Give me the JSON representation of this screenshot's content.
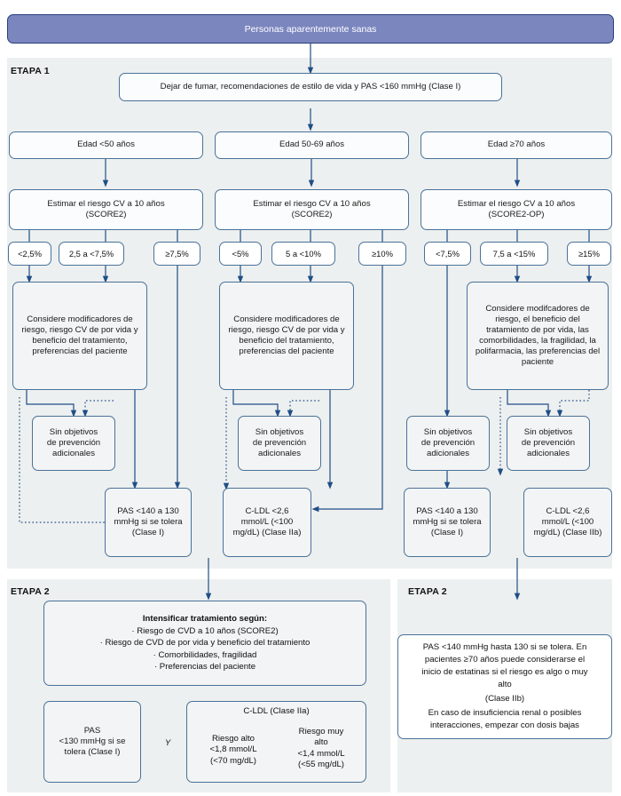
{
  "header": {
    "label": "Personas aparentemente sanas",
    "fill": "#7b86bf",
    "border": "#2a3f7a",
    "text_color": "#ffffff"
  },
  "palette": {
    "panel_bg": "#edf0f0",
    "box_border": "#4a7298",
    "box_fill": "#fbfcfd",
    "connector": "#1f4e86",
    "arrow": "#1f4e86"
  },
  "stage1": {
    "label": "ETAPA 1",
    "lifestyle_box": "Dejar de fumar, recomendaciones de estilo de vida y PAS <160 mmHg (Clase I)",
    "columns": [
      {
        "age_label": "Edad <50 años",
        "estimate_label": "Estimar el riesgo CV a 10 años\n(SCORE2)",
        "chips": [
          "<2,5%",
          "2,5 a <7,5%",
          "≥7,5%"
        ],
        "modifier_box": "Considere modificadores de riesgo, riesgo CV de por vida y beneficio del tratamiento, preferencias del paciente",
        "no_target_box": "Sin objetivos\nde prevención\nadicionales",
        "outcome_box": "PAS <140 a 130\nmmHg si se tolera\n(Clase I)"
      },
      {
        "age_label": "Edad 50-69 años",
        "estimate_label": "Estimar el riesgo CV a 10 años\n(SCORE2)",
        "chips": [
          "<5%",
          "5 a <10%",
          "≥10%"
        ],
        "modifier_box": "Considere modificadores de riesgo, riesgo CV de por vida y beneficio del tratamiento, preferencias del paciente",
        "no_target_box": "Sin objetivos\nde prevención\nadicionales",
        "outcome_box": "C-LDL <2,6\nmmol/L (<100\nmg/dL) (Clase IIa)"
      },
      {
        "age_label": "Edad ≥70 años",
        "estimate_label": "Estimar el riesgo CV a 10 años\n(SCORE2-OP)",
        "chips": [
          "<7,5%",
          "7,5 a <15%",
          "≥15%"
        ],
        "modifier_box": "Considere modifcadores de riesgo, el beneficio del tratamiento de por vida, las comorbilidades, la fragilidad, la polifarmacia, las preferencias del paciente",
        "no_target_box_left": "Sin objetivos\nde prevención\nadicionales",
        "no_target_box_right": "Sin objetivos\nde prevención\nadicionales",
        "outcome_box_left": "PAS <140 a 130\nmmHg si se tolera\n(Clase I)",
        "outcome_box_right": "C-LDL <2,6\nmmol/L (<100\nmg/dL) (Clase IIb)"
      }
    ]
  },
  "stage2_left": {
    "label": "ETAPA 2",
    "intensify_title": "Intensificar tratamiento según:",
    "intensify_items": [
      "· Riesgo de CVD a 10 años (SCORE2)",
      "· Riesgo de CVD de por vida y beneficio del tratamiento",
      "· Comorbilidades, fragilidad",
      "· Preferencias del paciente"
    ],
    "pas_box": "PAS\n<130 mmHg si se\ntolera (Clase I)",
    "and_separator": "Y",
    "ldl_title": "C-LDL (Clase IIa)",
    "ldl_high": "Riesgo alto\n<1,8 mmol/L\n(<70 mg/dL)",
    "ldl_very_high": "Riesgo muy\nalto\n<1,4 mmol/L\n(<55 mg/dL)"
  },
  "stage2_right": {
    "label": "ETAPA 2",
    "note_line1": "PAS <140 mmHg hasta 130 si se tolera. En",
    "note_line2": "pacientes ≥70 años puede considerarse el",
    "note_line3": "inicio de estatinas si el riesgo es algo o muy",
    "note_line4": "alto",
    "note_line5": "(Clase IIb)",
    "note_line6": "En caso de insuficiencia renal o posibles",
    "note_line7": "interacciones, empezar con dosis bajas"
  }
}
